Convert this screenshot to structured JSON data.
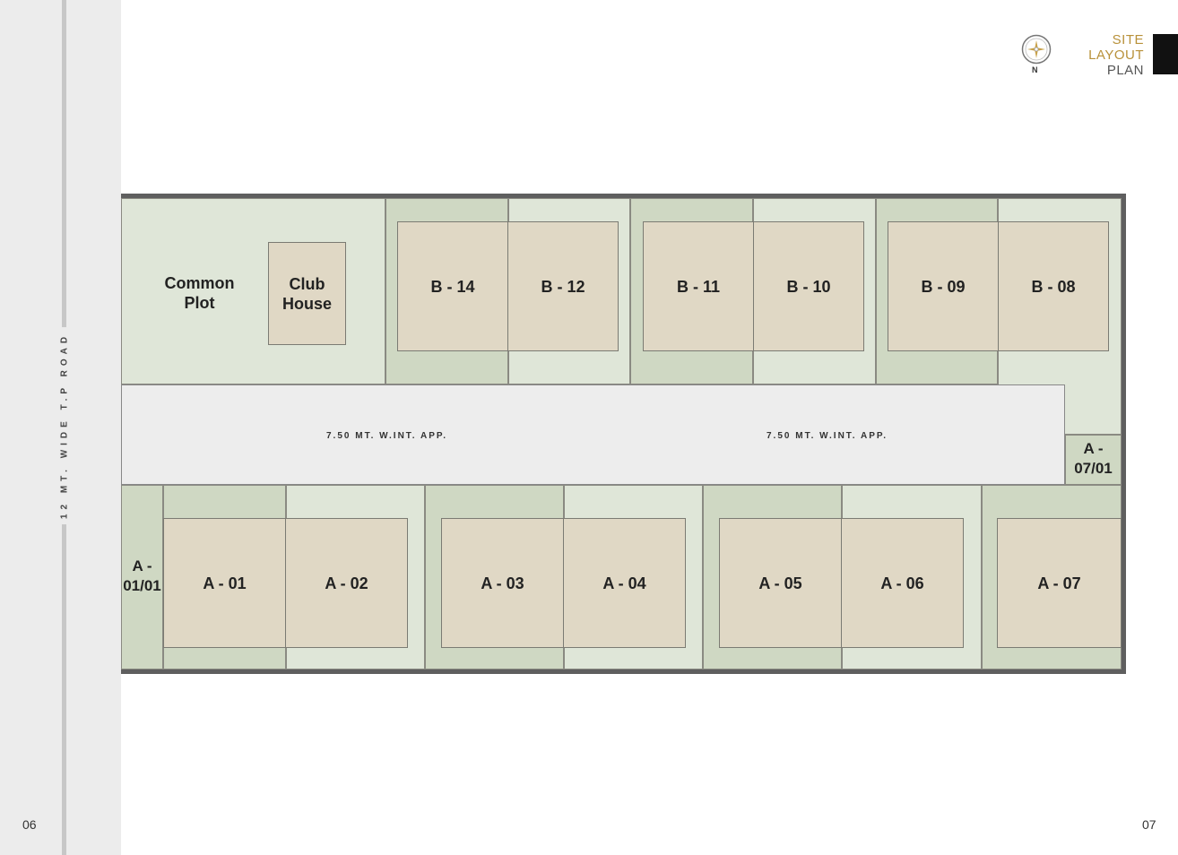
{
  "sidebar": {
    "road_label": "12 MT. WIDE T.P ROAD"
  },
  "pages": {
    "left": "06",
    "right": "07"
  },
  "header": {
    "compass_label": "N",
    "title_line1": "SITE",
    "title_line2": "LAYOUT",
    "title_line3": "PLAN",
    "accent_color": "#b8913a"
  },
  "plan": {
    "common_plot": "Common Plot",
    "club_house": "Club House",
    "internal_roads": [
      "7.50 MT. W.INT. APP.",
      "7.50 MT. W.INT. APP."
    ],
    "b_units": [
      "B - 14",
      "B - 12",
      "B - 11",
      "B - 10",
      "B - 09",
      "B - 08"
    ],
    "a_units": [
      "A - 01",
      "A - 02",
      "A - 03",
      "A - 04",
      "A - 05",
      "A - 06",
      "A - 07"
    ],
    "corner_units": {
      "a_01_01": "A - 01/01",
      "a_07_01": "A - 07/01"
    }
  }
}
